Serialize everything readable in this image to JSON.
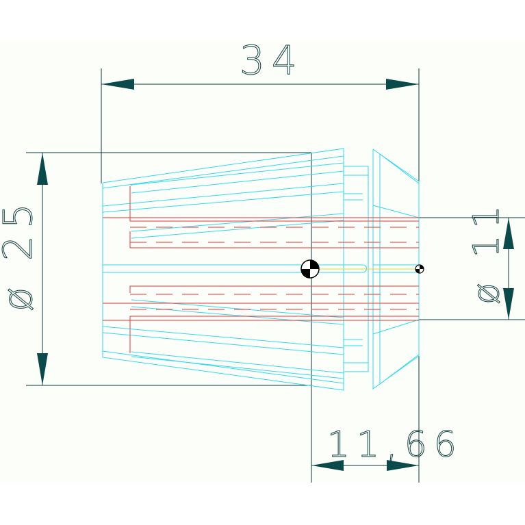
{
  "drawing": {
    "dimension_length": "34",
    "dimension_outer_diameter": "ø 25",
    "dimension_inner_diameter": "ø 11",
    "dimension_offset": "11,66"
  },
  "colors": {
    "background": "#fbfef9",
    "dimension": "#0b3b3b",
    "outline": "#33d9ee",
    "hidden_lines": "#ee3333",
    "axis": "#e6d840"
  }
}
